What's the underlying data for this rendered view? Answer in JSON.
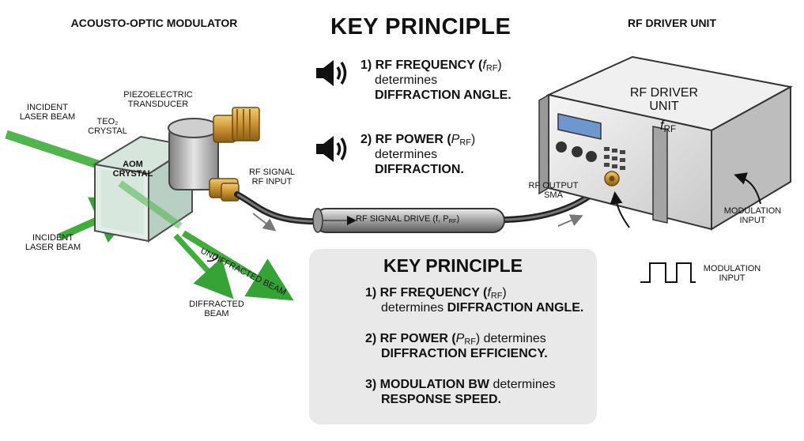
{
  "labels": {
    "aom_heading": "ACOUSTO-OPTIC MODULATOR",
    "driver_heading": "RF DRIVER UNIT",
    "key_title_top": "KEY PRINCIPLE",
    "key_title_box": "KEY PRINCIPLE",
    "incident_beam_top": "INCIDENT\nLASER BEAM",
    "incident_beam_bottom": "INCIDENT\nLASER BEAM",
    "crystal_material": "TEO₂\nCRYSTAL",
    "aom_crystal": "AOM\nCRYSTAL",
    "piezo": "PIEZOELECTRIC\nTRANSDUCER",
    "rf_input": "RF SIGNAL\nRF INPUT",
    "undiffracted": "UNDIFFRACTED BEAM",
    "diffracted": "DIFFRACTED\nBEAM",
    "cable_label": "RF SIGNAL DRIVE (f, P",
    "cable_label_sub": "RF",
    "cable_label_end": ")",
    "rf_output": "RF OUTPUT\nSMA",
    "modulation_input_driver": "MODULATION\nINPUT",
    "modulation_input_signal": "MODULATION\nINPUT",
    "driver_face_title": "RF DRIVER\nUNIT",
    "driver_face_f": "f",
    "driver_face_sub": "RF"
  },
  "key_top": [
    {
      "title": "1) RF FREQUENCY (",
      "sym": "f",
      "sub": "RF",
      "close": ")",
      "line2": "determines",
      "line3": "DIFFRACTION ANGLE."
    },
    {
      "title": "2) RF POWER (",
      "sym": "P",
      "sub": "RF",
      "close": ")",
      "line2": "determines",
      "line3": "DIFFRACTION."
    }
  ],
  "key_box": [
    {
      "title": "1) RF FREQUENCY (",
      "sym": "f",
      "sub": "RF",
      "close": ")",
      "pre": "determines ",
      "strong": "DIFFRACTION ANGLE."
    },
    {
      "title": "2) RF POWER (",
      "sym": "P",
      "sub": "RF",
      "close": ") determines",
      "pre": "",
      "strong": "DIFFRACTION EFFICIENCY."
    },
    {
      "title": "3) MODULATION BW",
      "sym": "",
      "sub": "",
      "close": " determines",
      "pre": "",
      "strong": "RESPONSE SPEED."
    }
  ],
  "icons": {
    "top_1": "speaker-icon",
    "top_2": "speaker-icon",
    "box_1": "speaker-icon",
    "box_2": "power-plug-icon",
    "box_3": "clock-icon"
  },
  "colors": {
    "laser": "#3fae3a",
    "laser_dark": "#2a8a2a",
    "brass": "#c9962f",
    "panel": "#e9e9e9",
    "lcd": "#6f97cf"
  }
}
